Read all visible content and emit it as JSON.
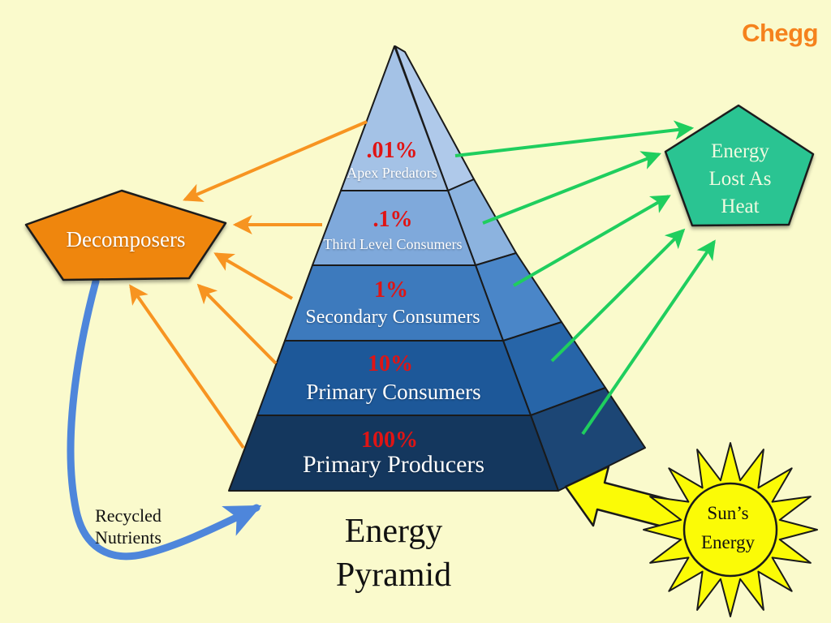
{
  "background_color": "#FAFACC",
  "logo": {
    "text": "Chegg",
    "color": "#F5821D"
  },
  "title": {
    "line1": "Energy",
    "line2": "Pyramid"
  },
  "pyramid": {
    "percent_color": "#E01414",
    "outline_color": "#1a1a1a",
    "levels": [
      {
        "percent": ".01%",
        "label": "Apex Predators",
        "front_color": "#A4C2E6",
        "side_color": "#AFC9EA"
      },
      {
        "percent": ".1%",
        "label": "Third Level Consumers",
        "front_color": "#7FA9DB",
        "side_color": "#8CB3DF"
      },
      {
        "percent": "1%",
        "label": "Secondary Consumers",
        "front_color": "#3D7ABD",
        "side_color": "#4A86C8"
      },
      {
        "percent": "10%",
        "label": "Primary Consumers",
        "front_color": "#1D5899",
        "side_color": "#2765A8"
      },
      {
        "percent": "100%",
        "label": "Primary Producers",
        "front_color": "#14375E",
        "side_color": "#1C4675"
      }
    ]
  },
  "decomposers": {
    "label": "Decomposers",
    "fill": "#EF860F"
  },
  "heat": {
    "line1": "Energy",
    "line2": "Lost As",
    "line3": "Heat",
    "fill": "#2BC492"
  },
  "sun": {
    "line1": "Sun’s",
    "line2": "Energy",
    "fill": "#FBFB06"
  },
  "recycled": {
    "line1": "Recycled",
    "line2": "Nutrients"
  },
  "arrows": {
    "orange": "#F79421",
    "green": "#1FCE5E",
    "blue": "#4E86DB",
    "yellow": "#FBFB06"
  }
}
